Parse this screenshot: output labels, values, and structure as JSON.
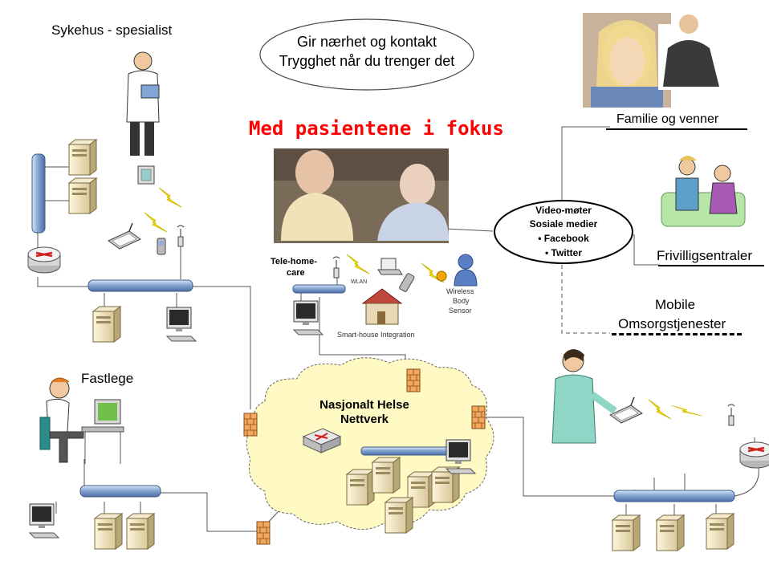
{
  "labels": {
    "sykehus": "Sykehus - spesialist",
    "fastlege": "Fastlege",
    "familie": "Familie og venner",
    "frivillig": "Frivilligsentraler",
    "mobile_1": "Mobile",
    "mobile_2": "Omsorgstjenester",
    "telehome_1": "Tele-home-",
    "telehome_2": "care",
    "wlan": "WLAN",
    "wireless_1": "Wireless",
    "wireless_2": "Body",
    "wireless_3": "Sensor",
    "smarthouse": "Smart-house Integration",
    "network_1": "Nasjonalt Helse",
    "network_2": "Nettverk"
  },
  "tagline": {
    "line1": "Gir nærhet og kontakt",
    "line2": "Trygghet når du trenger det"
  },
  "title": "Med pasientene i fokus",
  "video_box": {
    "line1": "Video-møter",
    "line2": "Sosiale medier",
    "items": [
      "Facebook",
      "Twitter"
    ]
  },
  "colors": {
    "title": "#ff0000",
    "cloud_fill": "#fff9c4",
    "hub_blue": "#8fb0d8",
    "firewall": "#f0a860",
    "lightning": "#ffeb00"
  },
  "icons": [
    "doctor-icon",
    "server-icon",
    "router-icon",
    "workstation-icon",
    "firewall-icon",
    "lightning-icon",
    "tablet-icon",
    "phone-icon",
    "antenna-icon",
    "laptop-icon",
    "house-icon",
    "sensor-person-icon",
    "nurse-icon",
    "office-worker-icon",
    "cloud-icon"
  ]
}
